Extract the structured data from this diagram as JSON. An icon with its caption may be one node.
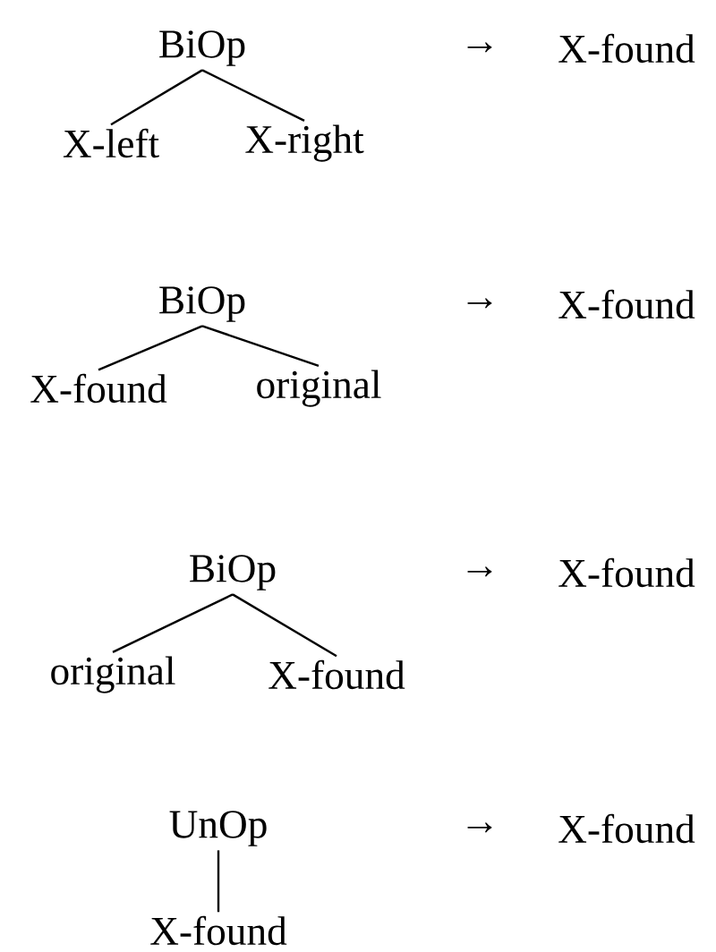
{
  "diagram": {
    "nodes": [
      {
        "text": [
          "BiOp"
        ]
      },
      {
        "text": [
          "X-left"
        ]
      },
      {
        "text": [
          "X-right"
        ]
      },
      {
        "text": [
          "BiOp"
        ]
      },
      {
        "text": [
          "X-found"
        ]
      },
      {
        "text": [
          "original"
        ]
      },
      {
        "text": [
          "BiOp"
        ]
      },
      {
        "text": [
          "original"
        ]
      },
      {
        "text": [
          "X-found"
        ]
      },
      {
        "text": [
          "UnOp"
        ]
      },
      {
        "text": [
          "X-found"
        ]
      }
    ],
    "edges": [
      {
        "from": 0,
        "to": 1,
        "arrow": "none"
      },
      {
        "from": 0,
        "to": 2,
        "arrow": "none"
      },
      {
        "from": 3,
        "to": 4,
        "arrow": "none"
      },
      {
        "from": 3,
        "to": 5,
        "arrow": "none"
      },
      {
        "from": 6,
        "to": 7,
        "arrow": "none"
      },
      {
        "from": 6,
        "to": 8,
        "arrow": "none"
      },
      {
        "from": 9,
        "to": 10,
        "arrow": "none"
      }
    ],
    "labels": [
      "→",
      "X-found",
      "→",
      "X-found",
      "→",
      "X-found",
      "→",
      "X-found"
    ]
  }
}
